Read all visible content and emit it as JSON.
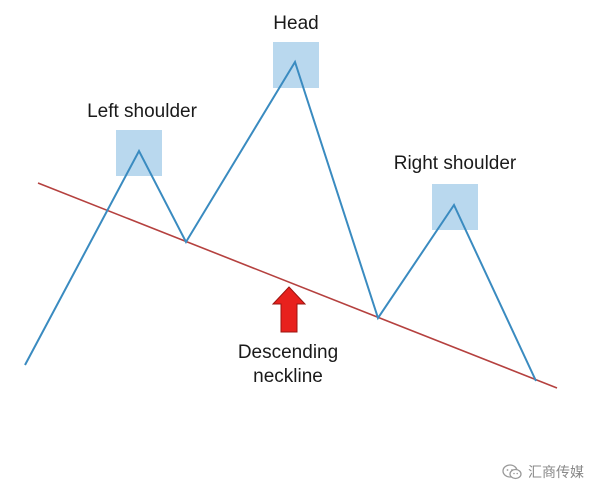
{
  "labels": {
    "head": "Head",
    "left_shoulder": "Left shoulder",
    "right_shoulder": "Right shoulder",
    "neckline_line1": "Descending",
    "neckline_line2": "neckline"
  },
  "watermark": {
    "text": "汇商传媒",
    "icon": "wechat-icon"
  },
  "colors": {
    "price_line": "#3a8bc0",
    "neckline": "#b5413f",
    "highlight_box": "#b9d8ee",
    "arrow_fill": "#e8211d",
    "arrow_stroke": "#9c1410",
    "text": "#1a1a1a",
    "watermark": "#8a8a8a"
  }
}
